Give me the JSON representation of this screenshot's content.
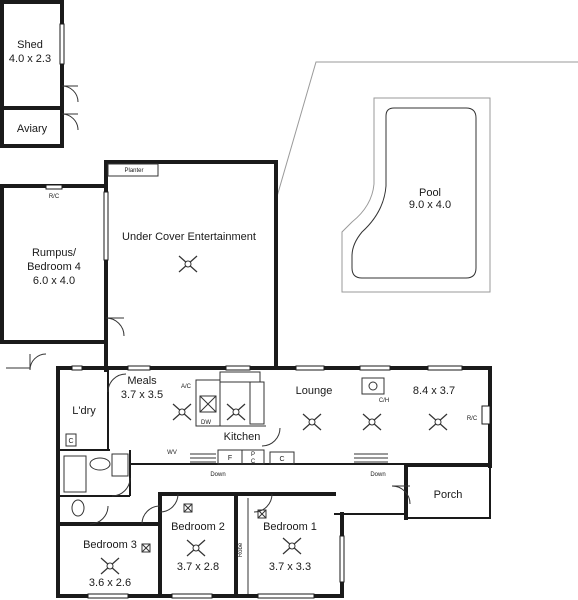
{
  "rooms": {
    "shed": {
      "name": "Shed",
      "size": "4.0 x 2.3"
    },
    "aviary": {
      "name": "Aviary"
    },
    "pool": {
      "name": "Pool",
      "size": "9.0 x 4.0"
    },
    "rumpus": {
      "name1": "Rumpus/",
      "name2": "Bedroom 4",
      "size": "6.0 x 4.0"
    },
    "entertainment": {
      "name": "Under Cover Entertainment"
    },
    "planter": {
      "name": "Planter"
    },
    "laundry": {
      "name": "L'dry"
    },
    "meals": {
      "name": "Meals",
      "size": "3.7 x 3.5"
    },
    "kitchen": {
      "name": "Kitchen"
    },
    "lounge": {
      "name": "Lounge",
      "size": "8.4 x 3.7"
    },
    "porch": {
      "name": "Porch"
    },
    "bedroom1": {
      "name": "Bedroom 1",
      "size": "3.7 x 3.3"
    },
    "bedroom2": {
      "name": "Bedroom 2",
      "size": "3.7 x 2.8"
    },
    "bedroom3": {
      "name": "Bedroom 3",
      "size": "3.6 x 2.6"
    }
  },
  "fixtures": {
    "rc_rumpus": "R/C",
    "ac": "A/C",
    "ch": "C/H",
    "rc_lounge": "R/C",
    "dw": "DW",
    "wv": "WV",
    "f": "F",
    "p": "P",
    "c_pantry": "C",
    "c_hall": "C",
    "c_laundry": "C",
    "down1": "Down",
    "down2": "Down",
    "robe": "Robe"
  }
}
